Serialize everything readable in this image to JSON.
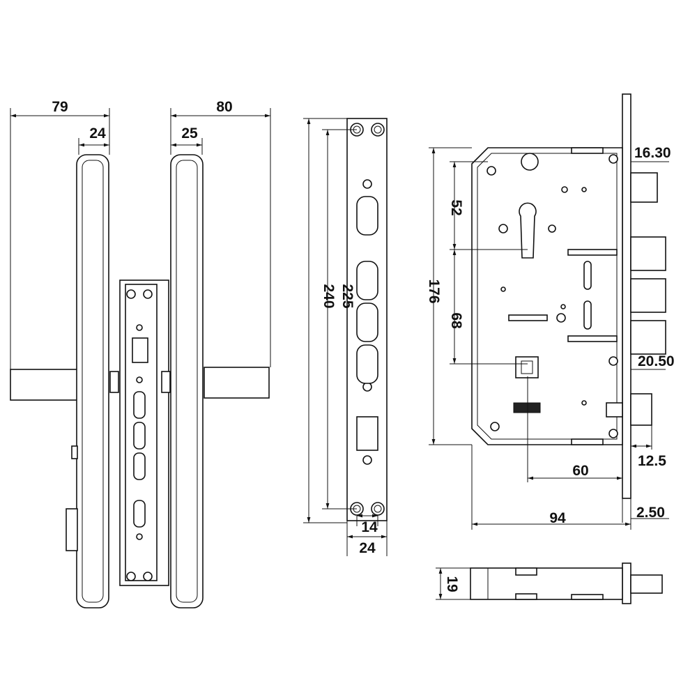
{
  "title": "Mortise lock with handle set - dimension drawing",
  "handles": {
    "left_overall_width": "79",
    "left_bar_width": "24",
    "right_overall_width": "80",
    "right_bar_width": "25"
  },
  "faceplate": {
    "overall_height": "240",
    "hole_spacing": "225",
    "hole_offset": "14",
    "width": "24"
  },
  "lock_body": {
    "faceplate_offset": "16.30",
    "top_to_cylinder": "52",
    "body_height": "176",
    "cylinder_to_spindle": "68",
    "bolt_projection": "20.50",
    "latch_projection": "12.5",
    "backset": "60",
    "body_depth": "94",
    "faceplate_thickness": "2.50"
  },
  "bottom_view": {
    "thickness": "19"
  }
}
